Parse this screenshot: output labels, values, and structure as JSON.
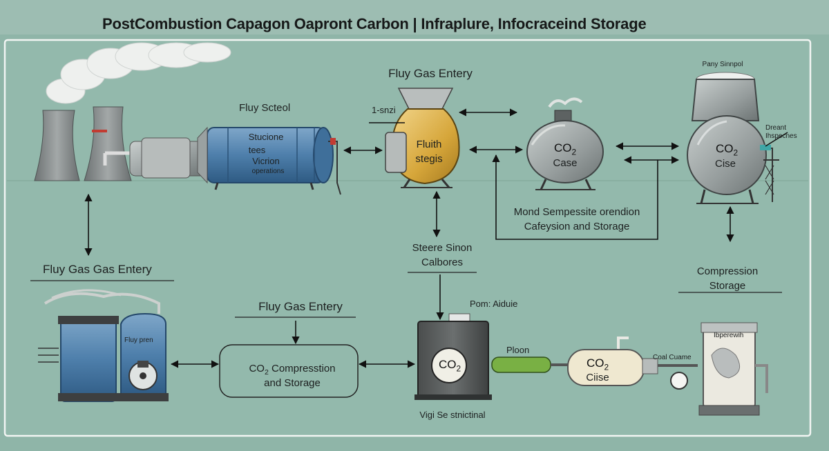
{
  "title": "PostCombustion Capagon Oapront Carbon | Infraplure, Infocraceind Storage",
  "labels": {
    "fluy_scteol": "Fluy Scteol",
    "stucione_l1": "Stucione",
    "stucione_l2": "tees",
    "stucione_l3": "Vicrion",
    "stucione_l4": "operations",
    "fluy_gas_entery_top": "Fluy Gas Entery",
    "one_snzi": "1-snzi",
    "fluith": "Fluith",
    "stegis": "stegis",
    "co2_case_l1": "CO",
    "co2_case_l2": "Case",
    "pany_sinnpol": "Pany Sinnpol",
    "co2_cise_l1": "CO",
    "co2_cise_l2": "Cise",
    "dreant_l1": "Dreant",
    "dreant_l2": "Ihspecnes",
    "mond_l1": "Mond Sempessite orendion",
    "mond_l2": "Cafeysion and Storage",
    "steere_l1": "Steere Sinon",
    "steere_l2": "Calbores",
    "fluy_gas_gas_entery": "Fluy Gas Gas Entery",
    "fluy_pren": "Fluy pren",
    "fluy_gas_entery_mid": "Fluy Gas Entery",
    "co2_comp_l1": "CO",
    "co2_comp_l1b": "Compresstion",
    "co2_comp_l2": "and Storage",
    "pom_aiduie": "Pom: Aiduie",
    "co2_tank": "CO",
    "ploon": "Ploon",
    "co2_cise2_l1": "CO",
    "co2_cise2_l2": "Ciise",
    "coal_cuame": "Coal Cuame",
    "compression_l1": "Compression",
    "compression_l2": "Storage",
    "ibperewih": "Ibperewih",
    "vigi": "Vigi Se stnictinal",
    "sub2": "2"
  }
}
